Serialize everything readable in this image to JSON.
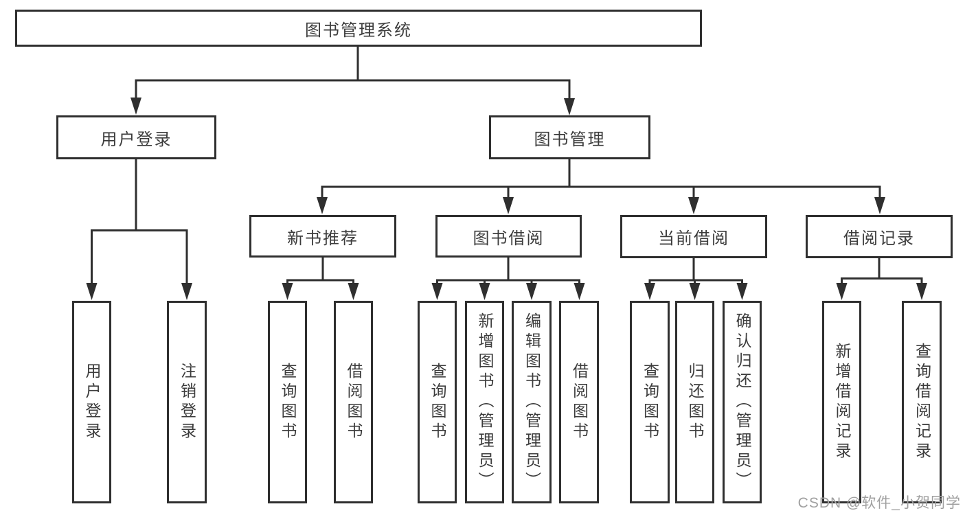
{
  "diagram": {
    "title": "图书管理系统",
    "root": {
      "label": "图书管理系统"
    },
    "level2": {
      "user_login": {
        "label": "用户登录"
      },
      "book_mgmt": {
        "label": "图书管理"
      }
    },
    "level3": {
      "new_book": {
        "label": "新书推荐"
      },
      "book_borrow": {
        "label": "图书借阅"
      },
      "current_borrow": {
        "label": "当前借阅"
      },
      "borrow_records": {
        "label": "借阅记录"
      }
    },
    "leaves": {
      "user_login": {
        "label": "用户登录",
        "parent": "用户登录"
      },
      "logout": {
        "label": "注销登录",
        "parent": "用户登录"
      },
      "nb_query": {
        "label": "查询图书",
        "parent": "新书推荐"
      },
      "nb_borrow": {
        "label": "借阅图书",
        "parent": "新书推荐"
      },
      "bb_query": {
        "label": "查询图书",
        "parent": "图书借阅"
      },
      "bb_add": {
        "label": "新增图书（管理员）",
        "parent": "图书借阅"
      },
      "bb_edit": {
        "label": "编辑图书（管理员）",
        "parent": "图书借阅"
      },
      "bb_borrow": {
        "label": "借阅图书",
        "parent": "图书借阅"
      },
      "cb_query": {
        "label": "查询图书",
        "parent": "当前借阅"
      },
      "cb_return": {
        "label": "归还图书",
        "parent": "当前借阅"
      },
      "cb_confirm": {
        "label": "确认归还（管理员）",
        "parent": "当前借阅"
      },
      "br_add": {
        "label": "新增借阅记录",
        "parent": "借阅记录"
      },
      "br_query": {
        "label": "查询借阅记录",
        "parent": "借阅记录"
      }
    }
  },
  "watermark": "CSDN @软件_小贺同学",
  "colors": {
    "line": "#2f2f2f",
    "box_border": "#2f2f2f",
    "text": "#3c3c3c",
    "background": "#ffffff",
    "watermark_text": "#a0a0a0"
  }
}
